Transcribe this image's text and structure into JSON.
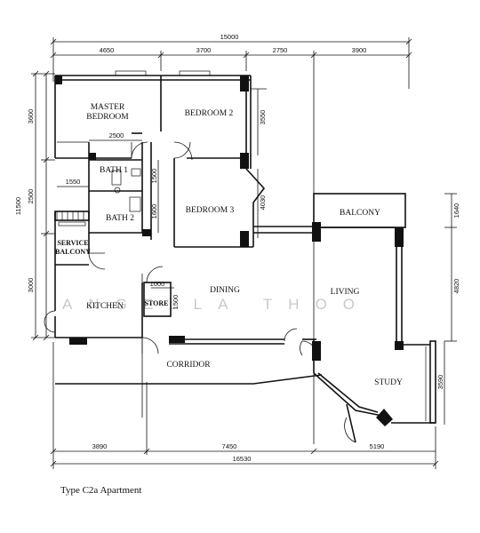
{
  "title": "Type C2a Apartment",
  "watermark": "ANGELLA THOO",
  "rooms": {
    "master_bedroom_line1": "MASTER",
    "master_bedroom_line2": "BEDROOM",
    "bedroom2": "BEDROOM 2",
    "bedroom3": "BEDROOM 3",
    "bath1": "BATH 1",
    "bath2": "BATH 2",
    "service_balcony_line1": "SERVICE",
    "service_balcony_line2": "BALCONY",
    "kitchen": "KITCHEN",
    "store": "STORE",
    "dining": "DINING",
    "living": "LIVING",
    "balcony": "BALCONY",
    "corridor": "CORRIDOR",
    "study": "STUDY"
  },
  "dimensions": {
    "overall_top": "15000",
    "top_1": "4650",
    "top_2": "3700",
    "top_3": "2750",
    "top_4": "3900",
    "left_overall": "11500",
    "left_1": "3600",
    "left_2": "2500",
    "left_3": "3000",
    "bath_width": "2500",
    "bath_sub": "1550",
    "bath1_h": "1500",
    "bath2_h": "1600",
    "bedroom2_h": "3550",
    "bedroom3_h": "4030",
    "store_w": "1000",
    "store_h": "1500",
    "balcony_h": "1640",
    "living_h": "4820",
    "study_h": "3590",
    "bottom_1": "3890",
    "bottom_2": "7450",
    "bottom_3": "5190",
    "overall_bottom": "16530"
  }
}
